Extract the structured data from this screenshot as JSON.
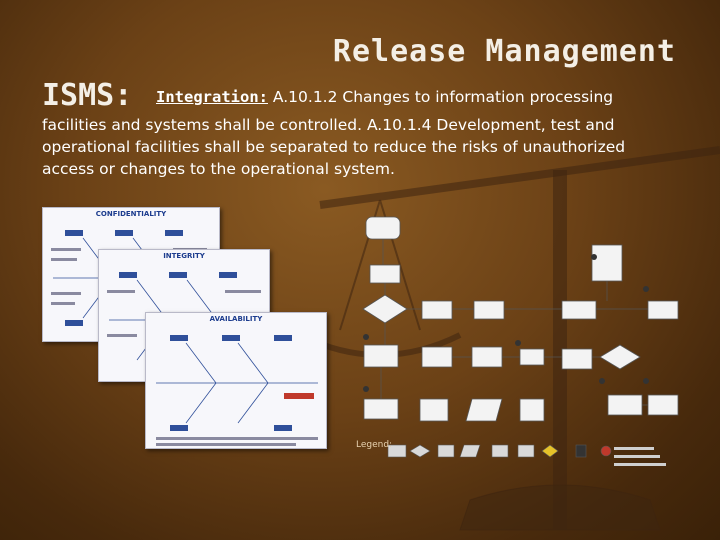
{
  "header": {
    "title": "Release Management",
    "isms_label": "ISMS:",
    "integration_keyword": "Integration:",
    "integration_text": " A.10.1.2 Changes to information processing",
    "body": "facilities and systems shall be controlled. A.10.1.4 Development, test and operational facilities shall be separated to reduce the risks of unauthorized access or changes to the operational system."
  },
  "documents": {
    "confidentiality_title": "CONFIDENTIALITY",
    "integrity_title": "INTEGRITY",
    "availability_title": "AVAILABILITY"
  },
  "flowchart": {
    "legend_label": "Legend:"
  },
  "colors": {
    "background": "#6b4116",
    "title_text": "#f4efe6",
    "doc_title": "#1c3c8e",
    "fishbone_box": "#2f4f9a"
  }
}
